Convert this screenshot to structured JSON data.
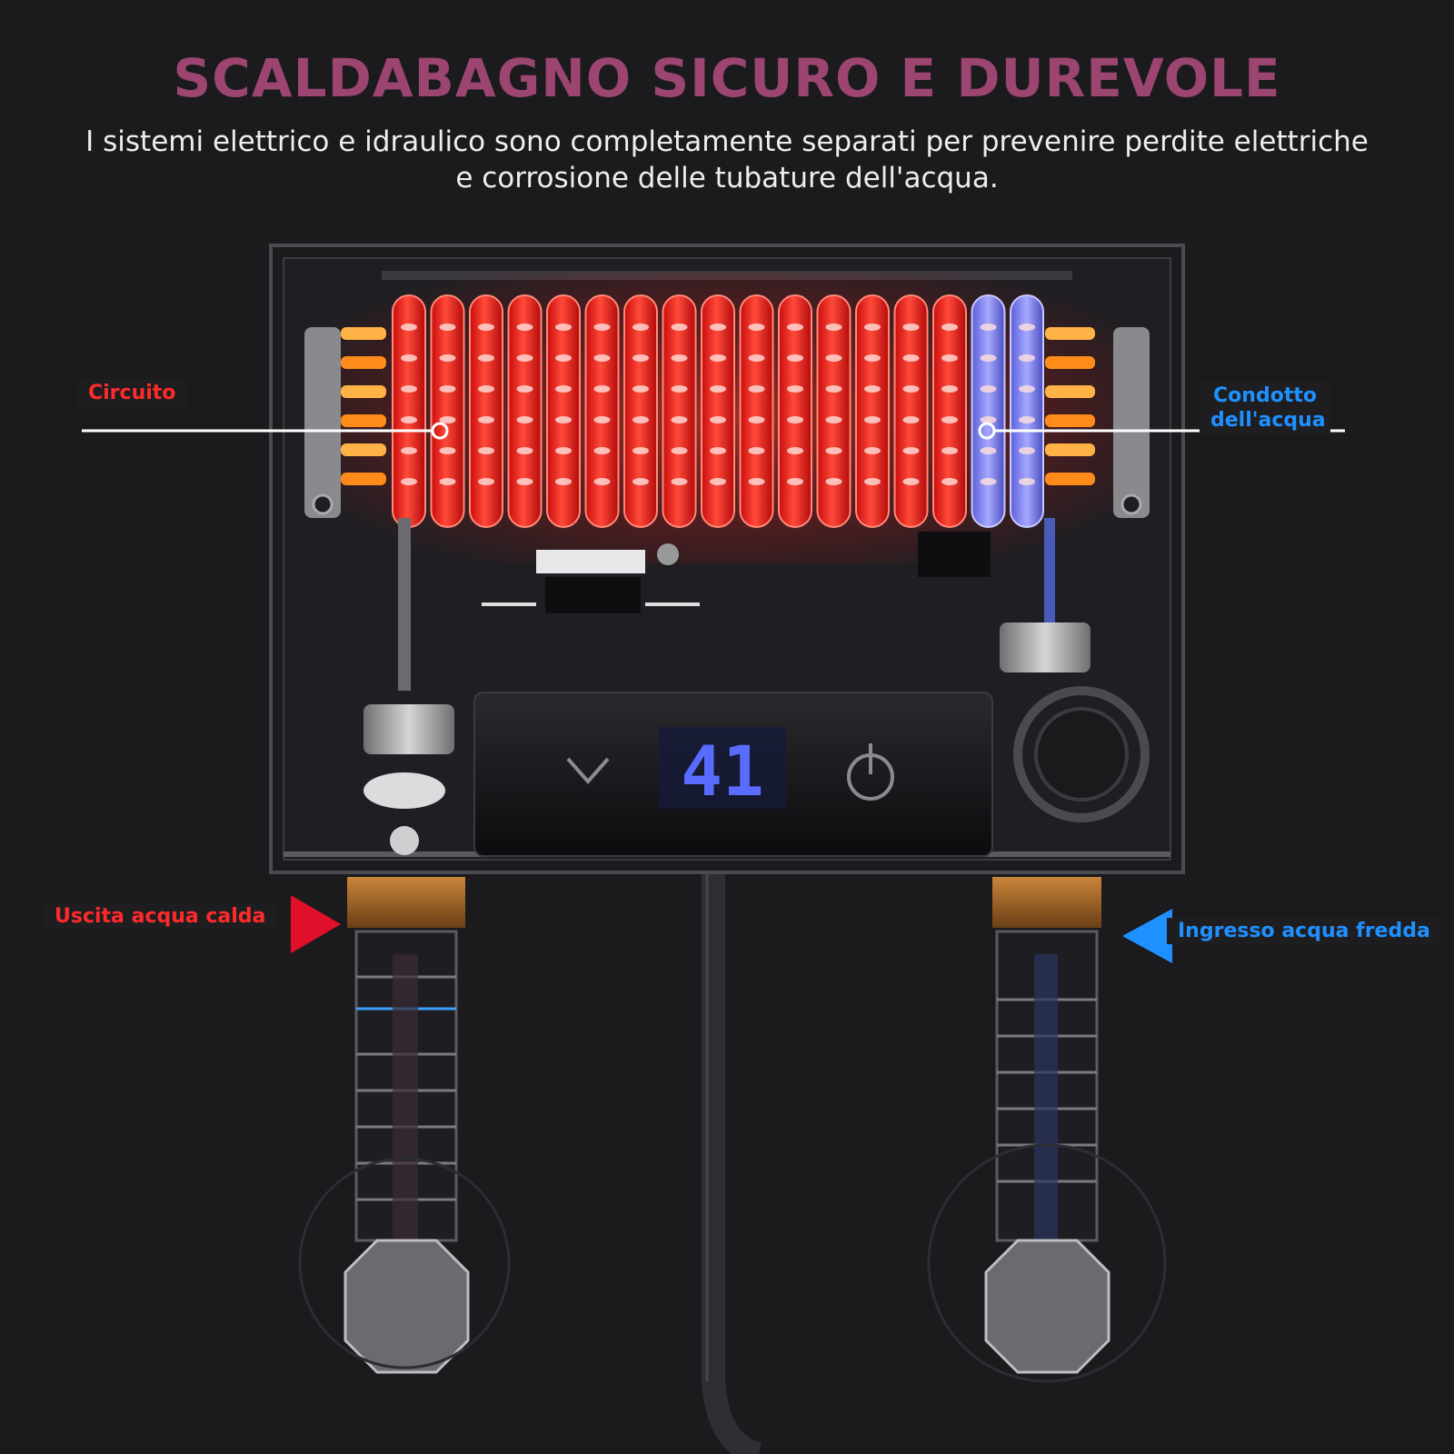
{
  "header": {
    "title": "SCALDABAGNO SICURO E DUREVOLE",
    "subtitle": "I sistemi elettrico e idraulico sono completamente separati per prevenire perdite elettriche e corrosione delle tubature dell'acqua."
  },
  "labels": {
    "circuit": "Circuito",
    "water_duct": "Condotto dell'acqua",
    "hot_water_outlet": "Uscita acqua calda",
    "cold_water_inlet": "Ingresso acqua fredda"
  },
  "display": {
    "temperature": "41"
  },
  "colors": {
    "title": "#9b4570",
    "hot": "#ff2a2a",
    "cold": "#1e90ff",
    "background": "#1b1b1e"
  },
  "icons": {
    "down_button": "chevron-down-icon",
    "power_button": "power-icon",
    "hot_arrow": "triangle-right-icon",
    "cold_arrow": "triangle-left-icon"
  }
}
